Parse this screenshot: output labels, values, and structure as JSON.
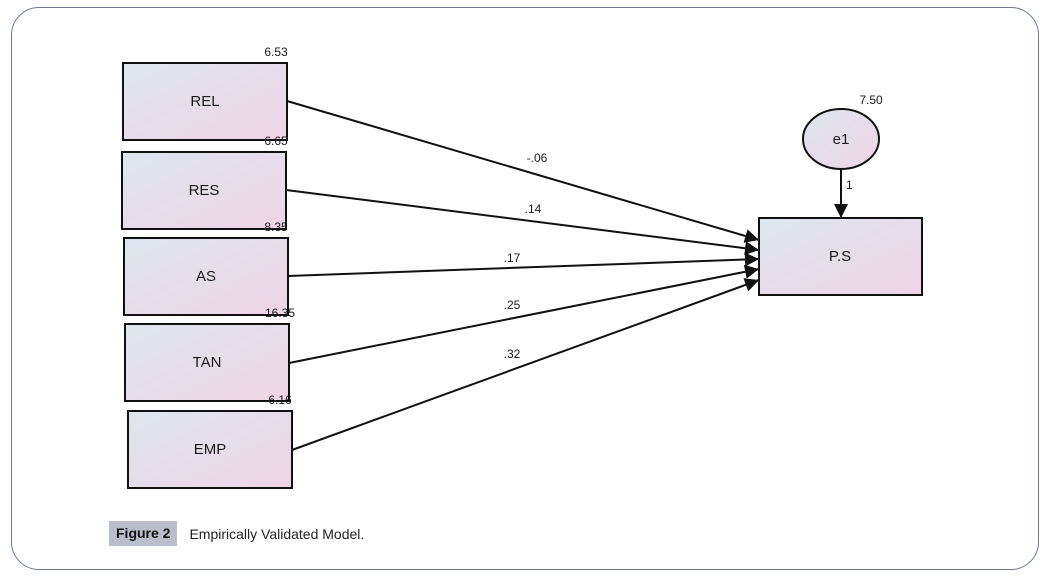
{
  "diagram": {
    "type": "path-model",
    "exogenous": [
      {
        "id": "REL",
        "label": "REL",
        "variance": "6.53",
        "path_coef": "-.06"
      },
      {
        "id": "RES",
        "label": "RES",
        "variance": "6.65",
        "path_coef": ".14"
      },
      {
        "id": "AS",
        "label": "AS",
        "variance": "8.35",
        "path_coef": ".17"
      },
      {
        "id": "TAN",
        "label": "TAN",
        "variance": "16.35",
        "path_coef": ".25"
      },
      {
        "id": "EMP",
        "label": "EMP",
        "variance": "6.16",
        "path_coef": ".32"
      }
    ],
    "endogenous": {
      "id": "PS",
      "label": "P.S"
    },
    "error": {
      "id": "e1",
      "label": "e1",
      "variance": "7.50",
      "path_coef": "1"
    },
    "colors": {
      "box_fill_start": "#dde6ee",
      "box_fill_end": "#efd6e6",
      "stroke": "#111111"
    }
  },
  "caption": {
    "figure_label": "Figure 2",
    "text": "Empirically Validated Model."
  }
}
